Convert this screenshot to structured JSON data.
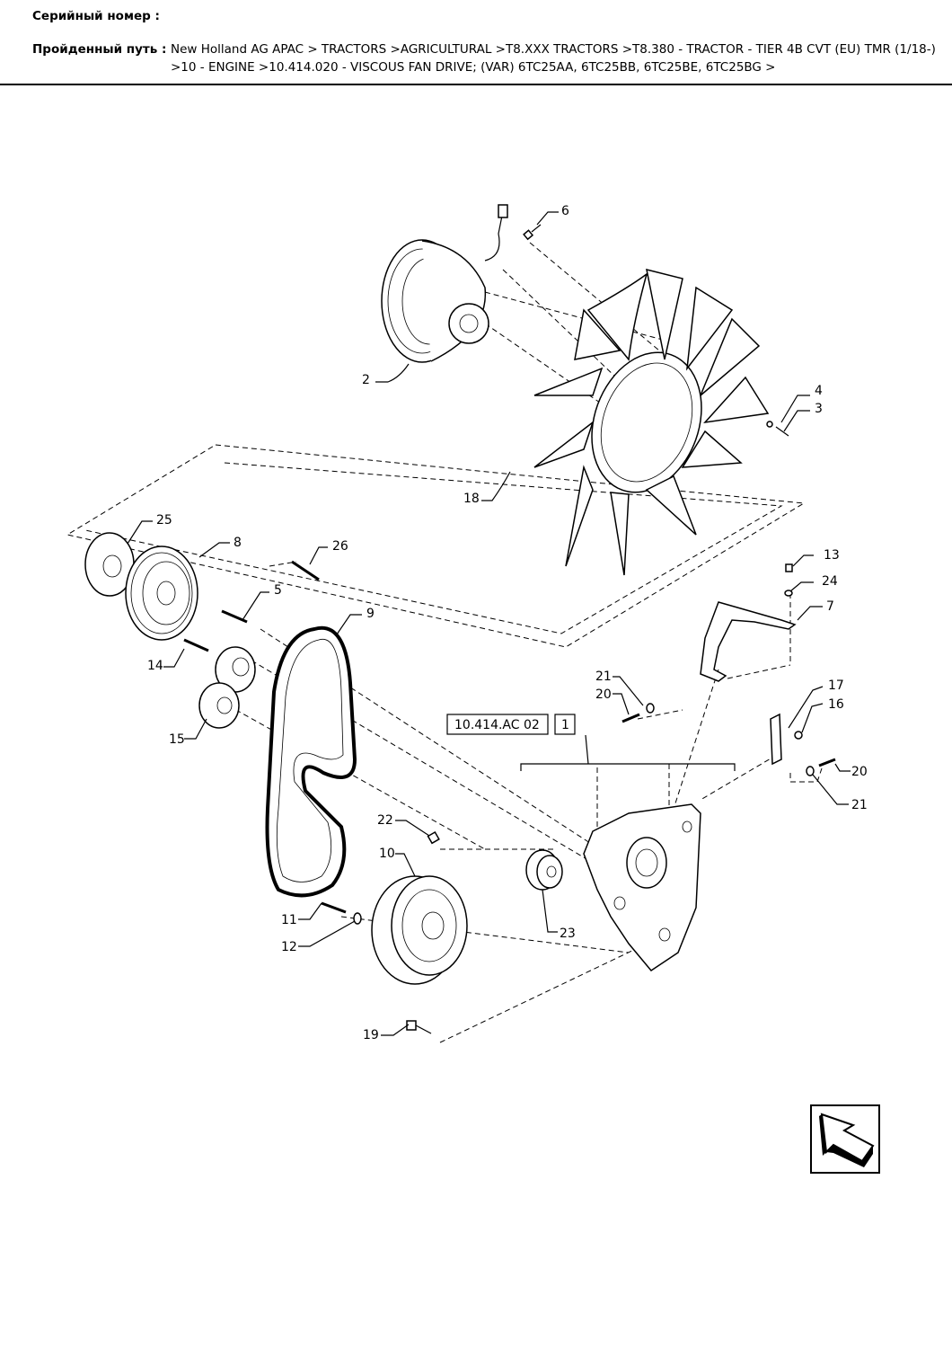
{
  "header": {
    "serial_label": "Серийный номер :",
    "path_label": "Пройденный путь :",
    "path_line1": "New Holland AG APAC > TRACTORS >AGRICULTURAL >T8.XXX TRACTORS >T8.380 - TRACTOR - TIER 4B CVT (EU) TMR (1/18-)",
    "path_line2": ">10 - ENGINE >10.414.020 - VISCOUS FAN DRIVE; (VAR) 6TC25AA, 6TC25BB, 6TC25BE, 6TC25BG >"
  },
  "diagram": {
    "reference_box": "10.414.AC 02",
    "reference_index": "1",
    "callouts": [
      "2",
      "3",
      "4",
      "5",
      "6",
      "7",
      "8",
      "9",
      "10",
      "11",
      "12",
      "13",
      "14",
      "15",
      "16",
      "17",
      "18",
      "19",
      "20",
      "21",
      "22",
      "23",
      "24",
      "25",
      "26"
    ]
  },
  "nav": {
    "icon": "return-arrow-icon"
  }
}
